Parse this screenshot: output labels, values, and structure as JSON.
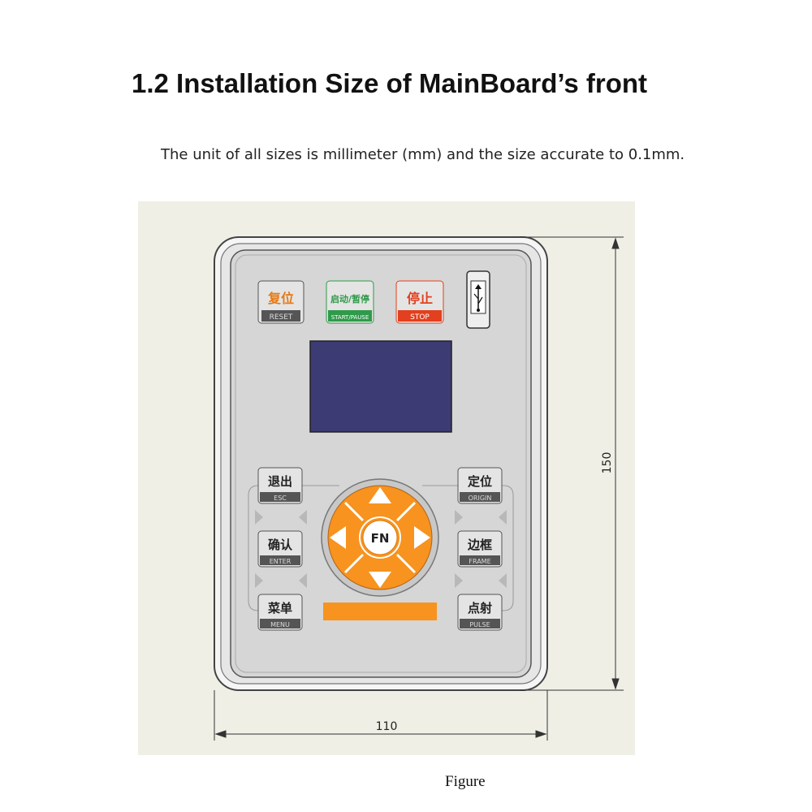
{
  "heading": "1.2 Installation Size of MainBoard’s front",
  "note": "The unit of all sizes is millimeter (mm) and the size accurate to 0.1mm.",
  "caption": "Figure",
  "dimensions": {
    "height": "150",
    "width": "110"
  },
  "panel": {
    "top_keys": [
      {
        "cn": "复位",
        "en": "RESET",
        "color": "#e57a17"
      },
      {
        "cn": "启动/暂停",
        "en": "START/PAUSE",
        "color": "#2f9a4a"
      },
      {
        "cn": "停止",
        "en": "STOP",
        "color": "#e2401e"
      }
    ],
    "left_keys": [
      {
        "cn": "退出",
        "en": "ESC"
      },
      {
        "cn": "确认",
        "en": "ENTER"
      },
      {
        "cn": "菜单",
        "en": "MENU"
      }
    ],
    "right_keys": [
      {
        "cn": "定位",
        "en": "ORIGIN"
      },
      {
        "cn": "边框",
        "en": "FRAME"
      },
      {
        "cn": "点射",
        "en": "PULSE"
      }
    ],
    "center_key": "FN",
    "usb_icon": "usb-icon",
    "colors": {
      "lcd": "#3d3b74",
      "accent": "#f7931e",
      "panel": "#d6d6d6"
    }
  }
}
